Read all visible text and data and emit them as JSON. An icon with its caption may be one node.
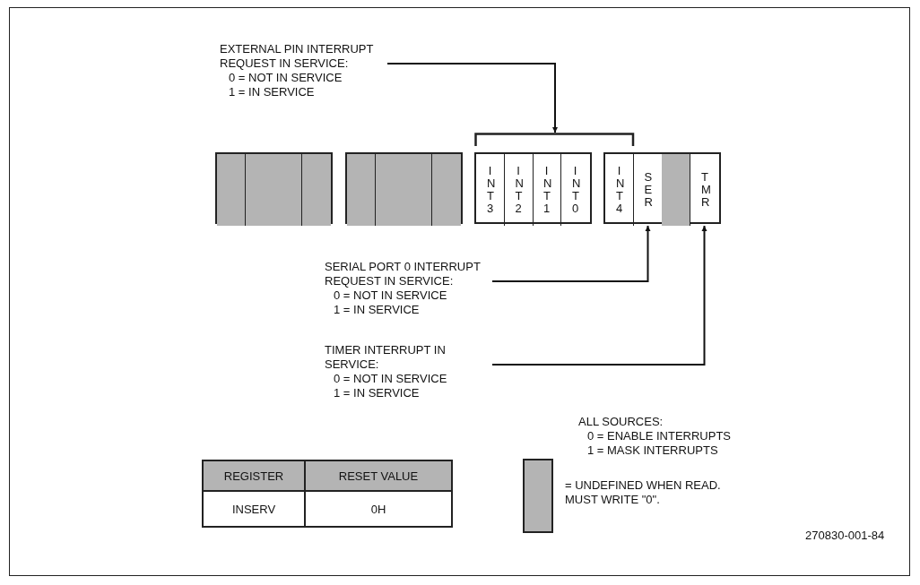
{
  "diagram": {
    "nodes": [
      {
        "text": [
          "EXTERNAL PIN INTERRUPT REQUEST IN SERVICE:",
          "0 = NOT IN SERVICE",
          "1 = IN SERVICE"
        ]
      },
      {
        "text": [],
        "shape": "bracket"
      },
      {
        "text": [],
        "shape": "box"
      },
      {
        "text": [],
        "shape": "box"
      },
      {
        "text": [],
        "shape": "box"
      },
      {
        "text": [],
        "shape": "box"
      },
      {
        "text": [],
        "shape": "box"
      },
      {
        "text": [],
        "shape": "box"
      },
      {
        "text": [],
        "shape": "box"
      },
      {
        "text": [],
        "shape": "box"
      },
      {
        "text": [
          "INT3"
        ]
      },
      {
        "text": [
          "INT2"
        ]
      },
      {
        "text": [
          "INT1"
        ]
      },
      {
        "text": [
          "INT0"
        ]
      },
      {
        "text": [
          "INT4"
        ]
      },
      {
        "text": [
          "SER"
        ]
      },
      {
        "text": [],
        "shape": "box"
      },
      {
        "text": [
          "TMR"
        ]
      },
      {
        "text": [
          "SERIAL PORT 0 INTERRUPT REQUEST IN SERVICE:",
          "0 = NOT IN SERVICE",
          "1 = IN SERVICE"
        ]
      },
      {
        "text": [
          "TIMER INTERRUPT IN SERVICE:",
          "0 = NOT IN SERVICE",
          "1 = IN SERVICE"
        ]
      }
    ],
    "edges": [
      {
        "from": 0,
        "to": 1,
        "arrow": "to"
      },
      {
        "from": 18,
        "to": 15,
        "arrow": "to"
      },
      {
        "from": 19,
        "to": 17,
        "arrow": "to"
      }
    ],
    "labels": [
      "ALL SOURCES:",
      "0 = ENABLE INTERRUPTS",
      "1 = MASK INTERRUPTS",
      "REGISTER",
      "RESET VALUE",
      "INSERV",
      "0H",
      "270830-001-84"
    ],
    "legend": [
      {
        "text": "= UNDEFINED WHEN READ. MUST WRITE \"0\".",
        "color": "#b4b4b4"
      }
    ]
  }
}
